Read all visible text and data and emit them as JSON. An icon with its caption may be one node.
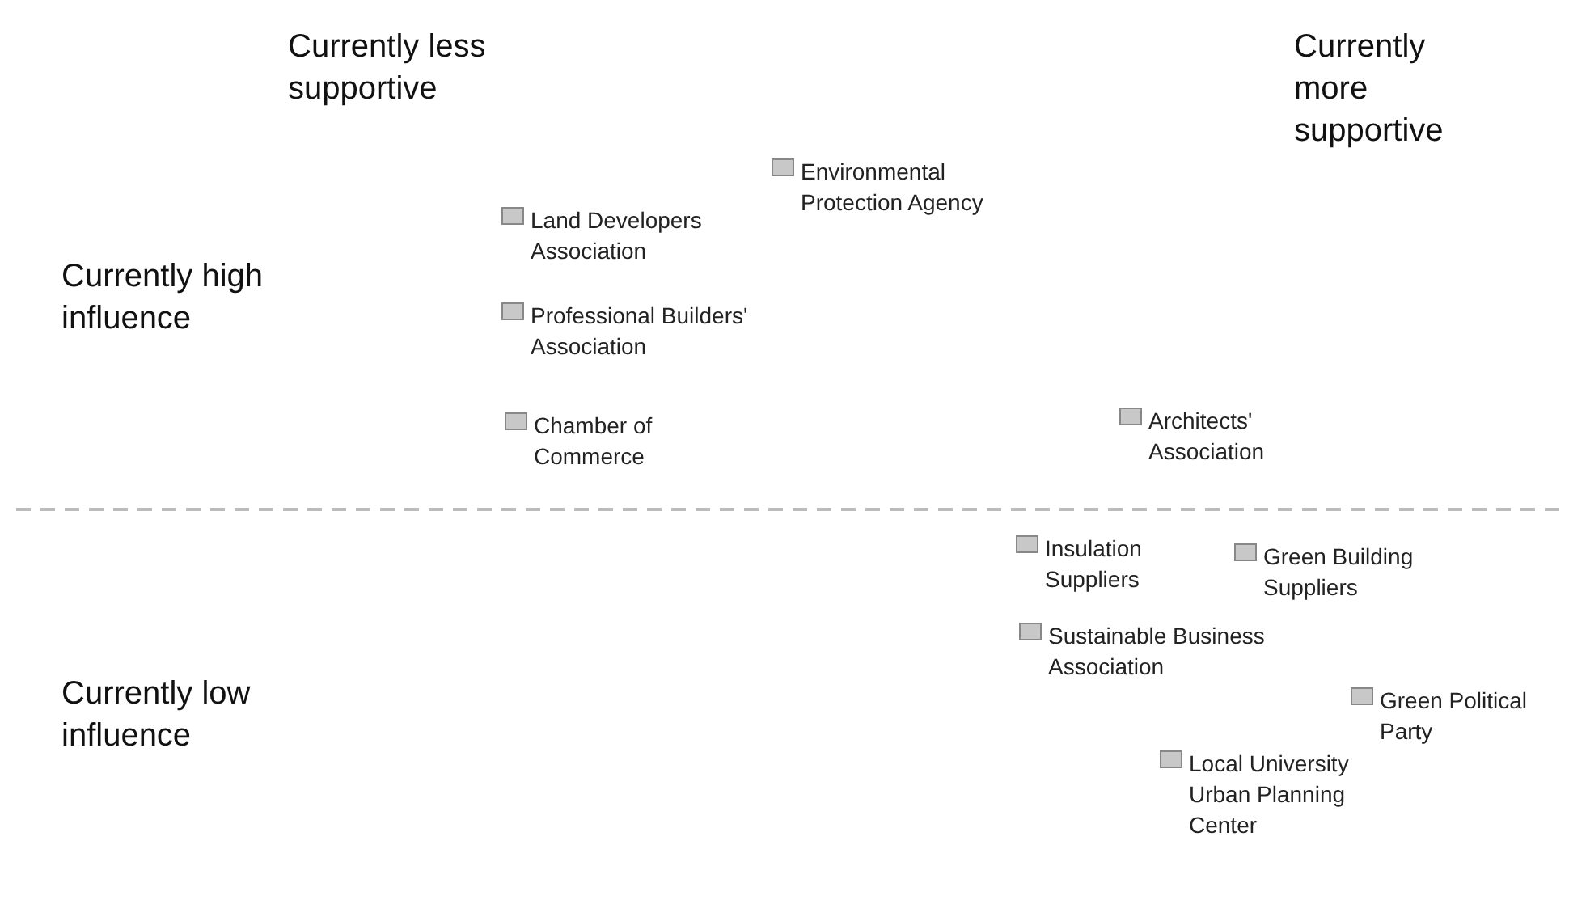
{
  "diagram": {
    "labels": [
      "Currently less supportive",
      "Currently more supportive",
      "Environmental Protection Agency",
      "Land Developers Association",
      "Currently high influence",
      "Professional Builders' Association",
      "Chamber of Commerce",
      "Architects' Association",
      "Insulation Suppliers",
      "Green Building Suppliers",
      "Sustainable Business Association",
      "Currently low influence",
      "Green Political Party",
      "Local University Urban Planning Center"
    ]
  }
}
